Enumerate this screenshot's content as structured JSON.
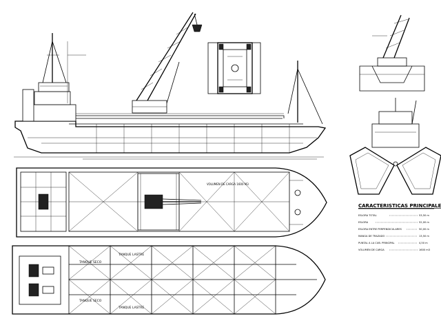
{
  "plan_labels": {
    "hold_volume": "VOLUMEN DE CARGA 1600 M3"
  },
  "tanks": {
    "tank_top_left": "TANQUE SECO",
    "tank_top_right": "TANQUE LASTRE",
    "tank_bottom_left": "TANQUE SECO",
    "tank_bottom_right": "TANQUE LASTRE"
  },
  "specs": {
    "title": "CARACTERISTICAS PRINCIPALES",
    "rows": [
      {
        "label": "ESLORA TOTAL",
        "value": "53,50 m"
      },
      {
        "label": "ESLORA",
        "value": "52,00 m"
      },
      {
        "label": "ESLORA ENTRE PERPENDICULARES",
        "value": "50,00 m"
      },
      {
        "label": "MANGA DE TRAZADO",
        "value": "13,50 m"
      },
      {
        "label": "PUNTAL A LA CUB. PRINCIPAL",
        "value": "4,50 m"
      },
      {
        "label": "VOLUMEN DE CARGA",
        "value": "1600 m3"
      }
    ]
  }
}
